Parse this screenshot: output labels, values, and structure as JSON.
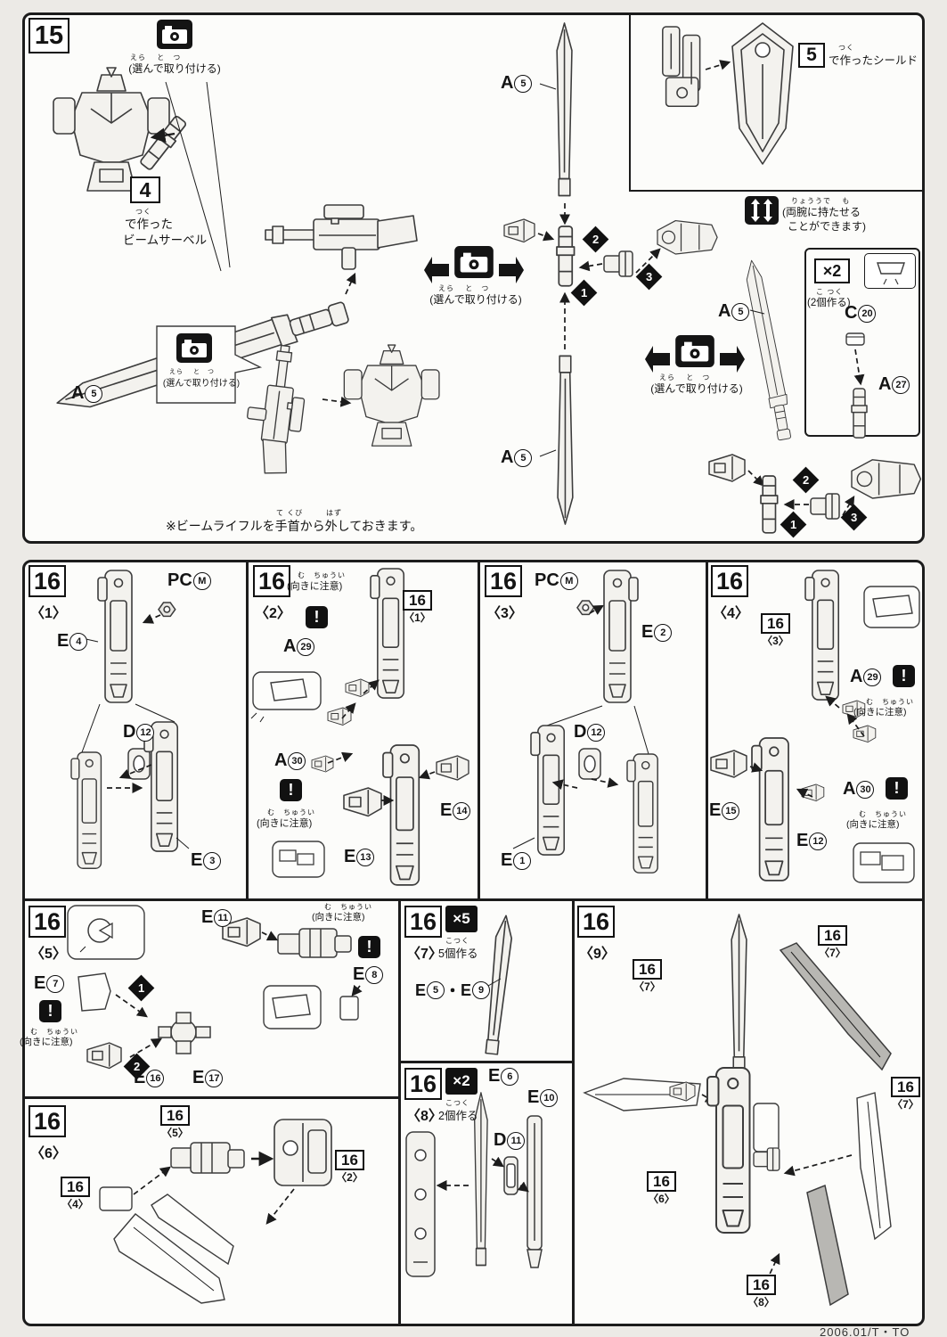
{
  "footer": "2006.01/T・TO",
  "steps": {
    "s15": "15",
    "s16": "16",
    "ref4": "4",
    "ref5": "5"
  },
  "substeps": {
    "b1": "〈1〉",
    "b2": "〈2〉",
    "b3": "〈3〉",
    "b4": "〈4〉",
    "b5": "〈5〉",
    "b6": "〈6〉",
    "b7": "〈7〉",
    "b8": "〈8〉",
    "b9": "〈9〉"
  },
  "captions": {
    "select": "(選んで取り付ける)",
    "select_furi": "えら　 と　つ",
    "made4_line1": "で作った",
    "made4_line2": "ビームサーベル",
    "tsuku": "つく",
    "made5": "で作ったシールド",
    "both1": "(両腕に持たせる",
    "both2": "ことができます)",
    "both_furi": "りょううで　 も",
    "x2": "×2",
    "x5": "×5",
    "qty2": "(2個作る)",
    "qty2_furi": "こ つく",
    "make5": "5個作る",
    "make2": "2個作る",
    "make_furi": "こつく",
    "orient": "(向きに注意)",
    "orient_furi": "む　ちゅうい",
    "note": "※ビームライフルを手首から外しておきます。",
    "note_furi1": "て くび",
    "note_furi2": "はず",
    "warn": "!"
  },
  "marks": {
    "m1": "1",
    "m2": "2",
    "m3": "3"
  },
  "parts": {
    "a5": [
      {
        "t": "A"
      },
      {
        "t": "5",
        "c": 1
      }
    ],
    "c20": [
      {
        "t": "C"
      },
      {
        "t": "20",
        "c": 1
      }
    ],
    "a27": [
      {
        "t": "A"
      },
      {
        "t": "27",
        "c": 1
      }
    ],
    "a29": [
      {
        "t": "A"
      },
      {
        "t": "29",
        "c": 1
      }
    ],
    "a30": [
      {
        "t": "A"
      },
      {
        "t": "30",
        "c": 1
      }
    ],
    "pcm": [
      {
        "t": "PC"
      },
      {
        "t": "M",
        "c": 1
      }
    ],
    "e1": [
      {
        "t": "E"
      },
      {
        "t": "1",
        "c": 1
      }
    ],
    "e2": [
      {
        "t": "E"
      },
      {
        "t": "2",
        "c": 1
      }
    ],
    "e3": [
      {
        "t": "E"
      },
      {
        "t": "3",
        "c": 1
      }
    ],
    "e4": [
      {
        "t": "E"
      },
      {
        "t": "4",
        "c": 1
      }
    ],
    "e6": [
      {
        "t": "E"
      },
      {
        "t": "6",
        "c": 1
      }
    ],
    "e7": [
      {
        "t": "E"
      },
      {
        "t": "7",
        "c": 1
      }
    ],
    "e8": [
      {
        "t": "E"
      },
      {
        "t": "8",
        "c": 1
      }
    ],
    "e10": [
      {
        "t": "E"
      },
      {
        "t": "10",
        "c": 1
      }
    ],
    "e11": [
      {
        "t": "E"
      },
      {
        "t": "11",
        "c": 1
      }
    ],
    "e12": [
      {
        "t": "E"
      },
      {
        "t": "12",
        "c": 1
      }
    ],
    "e13": [
      {
        "t": "E"
      },
      {
        "t": "13",
        "c": 1
      }
    ],
    "e14": [
      {
        "t": "E"
      },
      {
        "t": "14",
        "c": 1
      }
    ],
    "e15": [
      {
        "t": "E"
      },
      {
        "t": "15",
        "c": 1
      }
    ],
    "e16": [
      {
        "t": "E"
      },
      {
        "t": "16",
        "c": 1
      }
    ],
    "e17": [
      {
        "t": "E"
      },
      {
        "t": "17",
        "c": 1
      }
    ],
    "e5e9": [
      {
        "t": "E"
      },
      {
        "t": "5",
        "c": 1
      },
      {
        "t": "・"
      },
      {
        "t": "E"
      },
      {
        "t": "9",
        "c": 1
      }
    ],
    "d11": [
      {
        "t": "D"
      },
      {
        "t": "11",
        "c": 1
      }
    ],
    "d12": [
      {
        "t": "D"
      },
      {
        "t": "12",
        "c": 1
      }
    ]
  }
}
